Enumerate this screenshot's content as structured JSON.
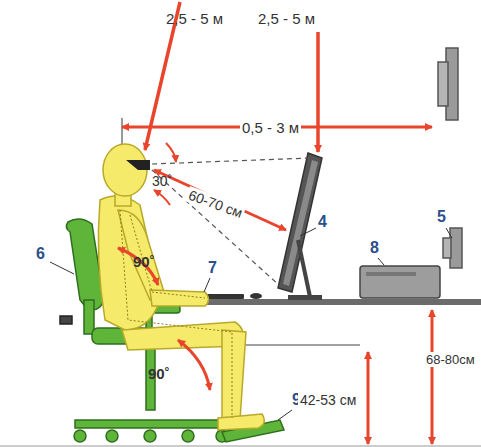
{
  "diagram": {
    "labels": [
      "2,5 - 5 м",
      "2,5 - 5 м",
      "0,5 - 3 м",
      "30˚",
      "60-70 см",
      "4",
      "5",
      "6",
      "7",
      "8",
      "90˚",
      "90˚",
      "9",
      "42-53 см",
      "68-80см"
    ]
  }
}
